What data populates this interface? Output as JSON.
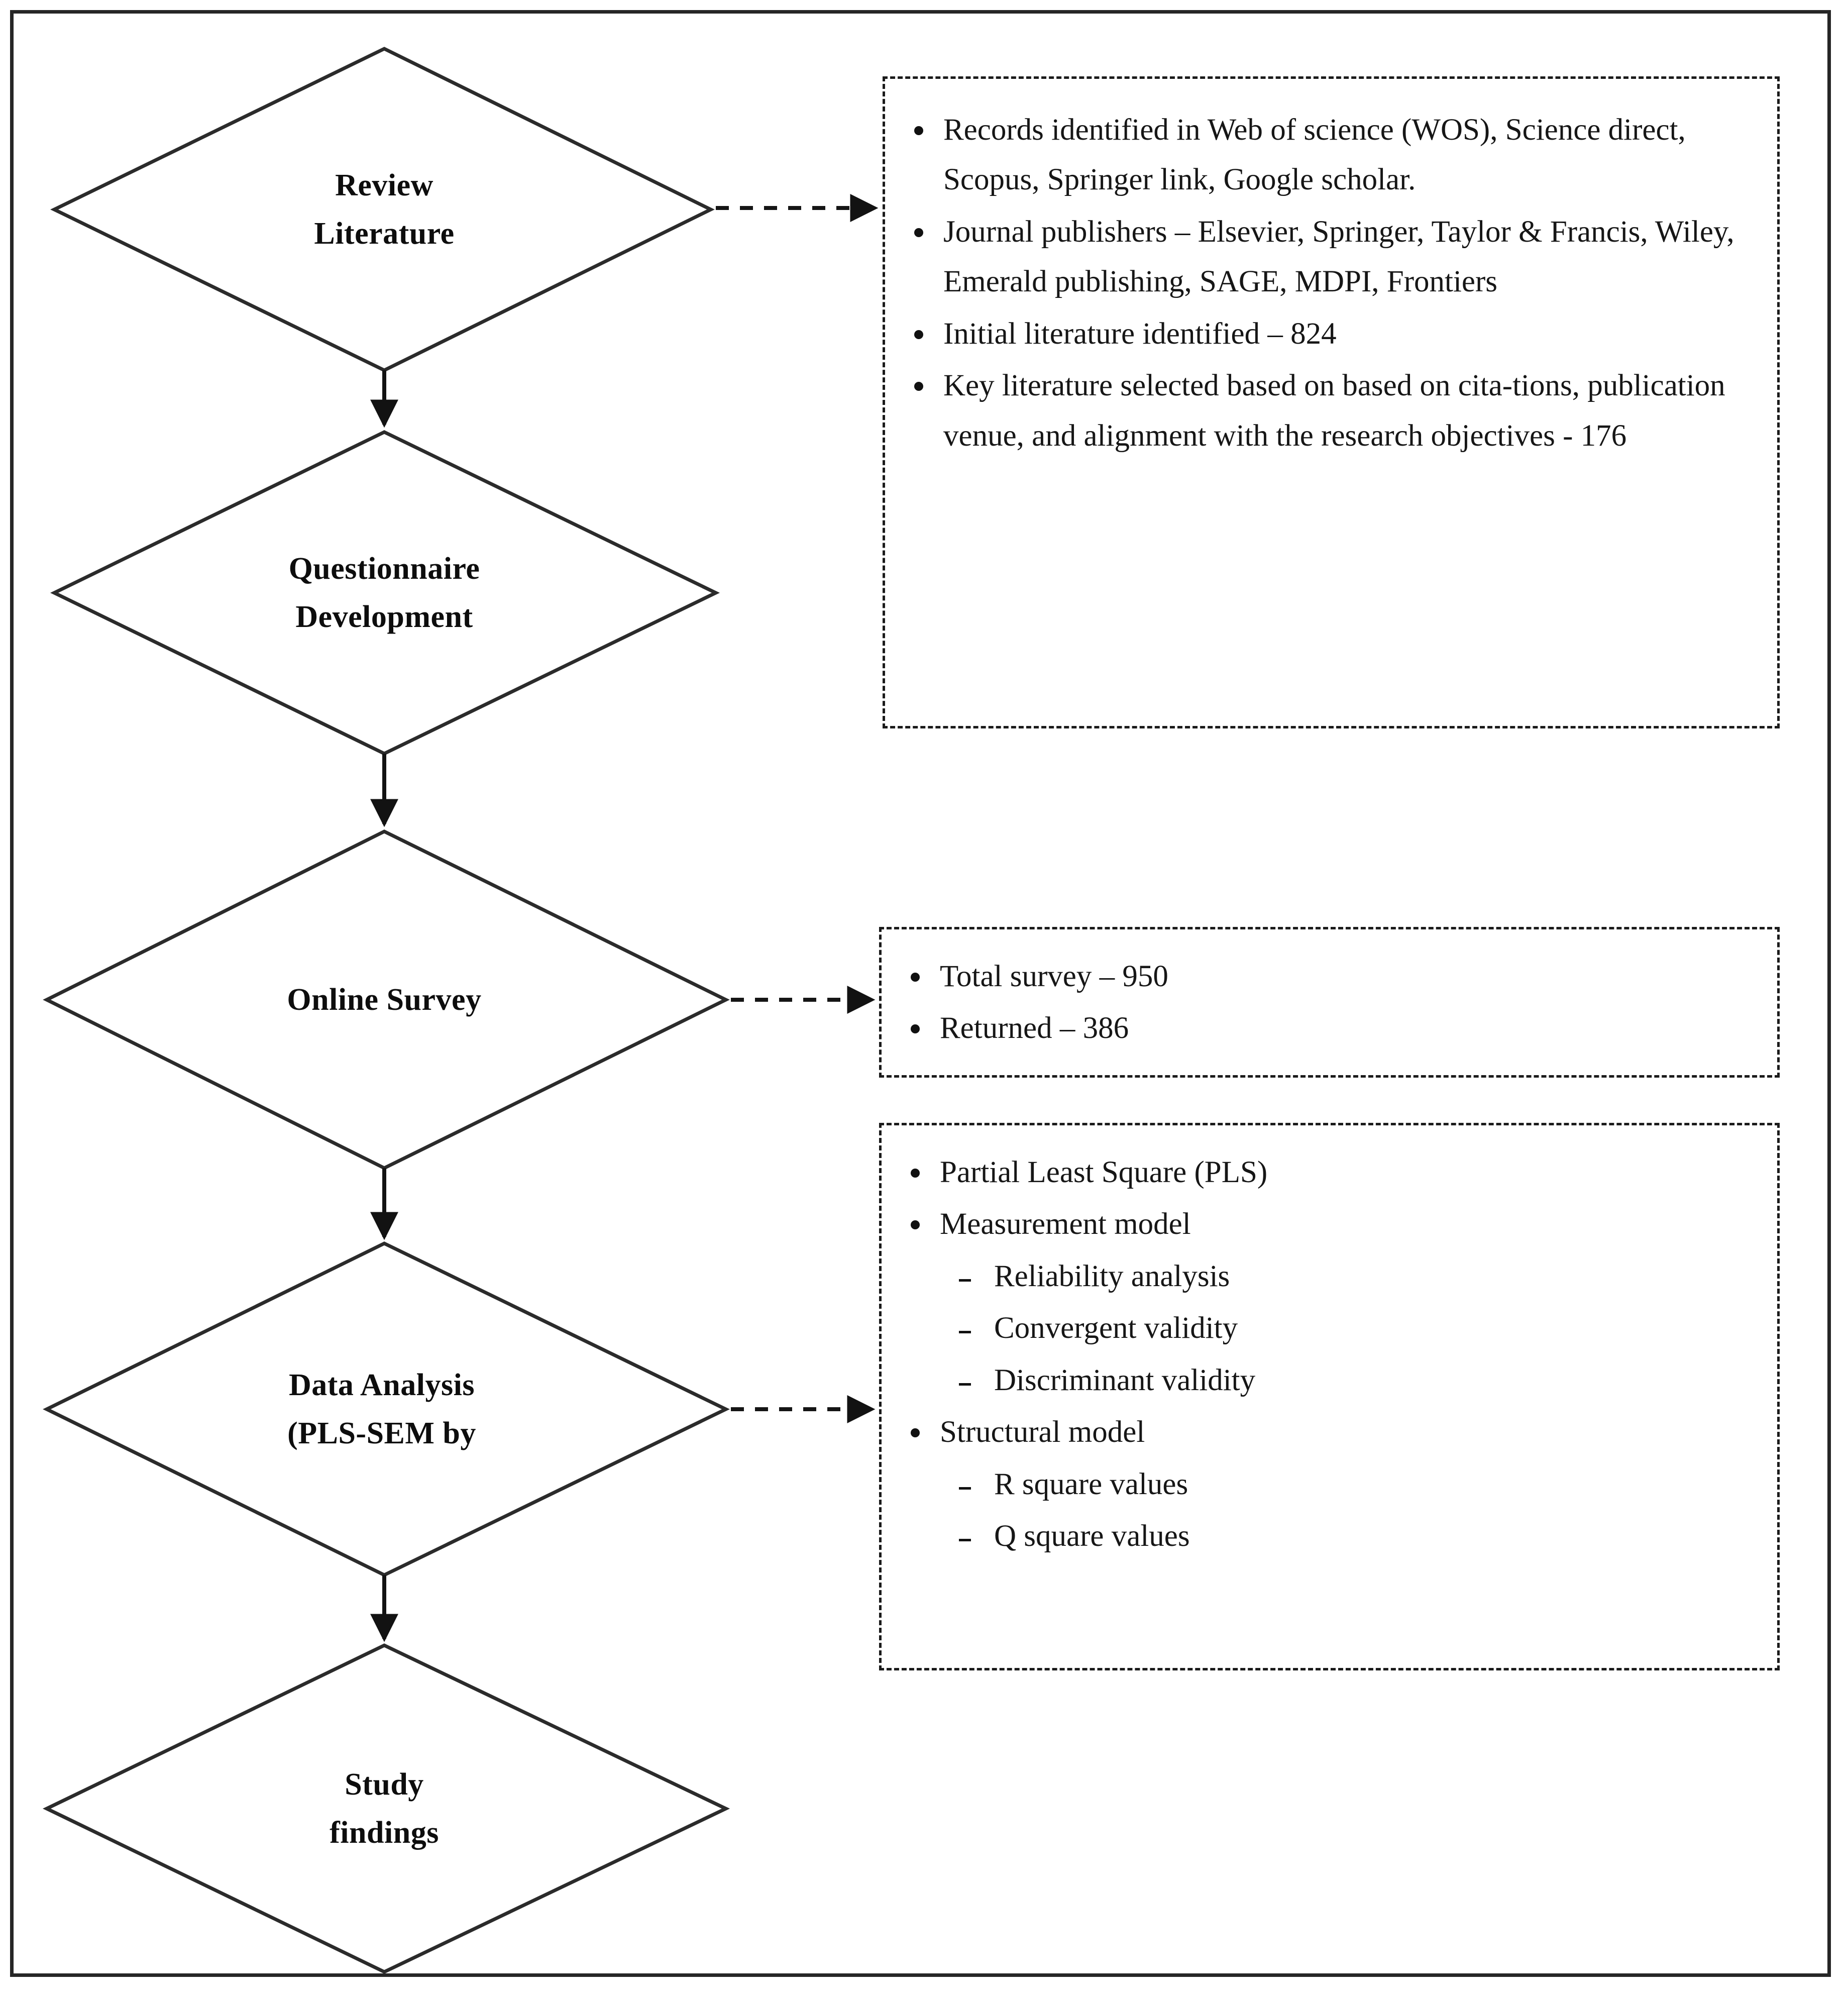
{
  "figure": {
    "type": "research-methodology-flowchart",
    "border_color": "#262626",
    "background": "#ffffff",
    "text_color": "#161616"
  },
  "nodes": [
    {
      "id": "review-literature",
      "label": "Review\nLiterature"
    },
    {
      "id": "questionnaire-development",
      "label": "Questionnaire\nDevelopment"
    },
    {
      "id": "online-survey",
      "label": "Online Survey"
    },
    {
      "id": "data-analysis",
      "label": "Data Analysis\n(PLS-SEM by"
    },
    {
      "id": "study-findings",
      "label": "Study\nfindings"
    }
  ],
  "boxes": [
    {
      "id": "literature-details",
      "source_node": "review-literature",
      "items": [
        {
          "level": 1,
          "text": "Records identified in Web of science (WOS), Science direct, Scopus, Springer link, Google scholar."
        },
        {
          "level": 1,
          "text": "Journal publishers – Elsevier, Springer, Taylor & Francis, Wiley, Emerald publishing, SAGE, MDPI, Frontiers"
        },
        {
          "level": 1,
          "text": " Initial literature identified – 824"
        },
        {
          "level": 1,
          "text": "Key literature selected based on based on cita-tions, publication venue, and alignment with the research objectives - 176"
        }
      ]
    },
    {
      "id": "survey-details",
      "source_node": "online-survey",
      "items": [
        {
          "level": 1,
          "text": "Total survey – 950"
        },
        {
          "level": 1,
          "text": "Returned – 386"
        }
      ]
    },
    {
      "id": "analysis-details",
      "source_node": "data-analysis",
      "items": [
        {
          "level": 1,
          "text": "Partial Least Square (PLS)"
        },
        {
          "level": 1,
          "text": "Measurement model"
        },
        {
          "level": 2,
          "text": "Reliability analysis"
        },
        {
          "level": 2,
          "text": "Convergent validity"
        },
        {
          "level": 2,
          "text": "Discriminant validity"
        },
        {
          "level": 1,
          "text": "Structural model"
        },
        {
          "level": 2,
          "text": "R square values"
        },
        {
          "level": 2,
          "text": "Q square values"
        }
      ]
    }
  ],
  "connectors": [
    {
      "id": "review-to-questionnaire",
      "style": "solid",
      "direction": "down",
      "from": "review-literature",
      "to": "questionnaire-development"
    },
    {
      "id": "questionnaire-to-survey",
      "style": "solid",
      "direction": "down",
      "from": "questionnaire-development",
      "to": "online-survey"
    },
    {
      "id": "survey-to-analysis",
      "style": "solid",
      "direction": "down",
      "from": "online-survey",
      "to": "data-analysis"
    },
    {
      "id": "analysis-to-findings",
      "style": "solid",
      "direction": "down",
      "from": "data-analysis",
      "to": "study-findings"
    },
    {
      "id": "review-to-literature-box",
      "style": "dashed",
      "direction": "right",
      "from": "review-literature",
      "to": "literature-details"
    },
    {
      "id": "survey-to-survey-box",
      "style": "dashed",
      "direction": "right",
      "from": "online-survey",
      "to": "survey-details"
    },
    {
      "id": "analysis-to-analysis-box",
      "style": "dashed",
      "direction": "right",
      "from": "data-analysis",
      "to": "analysis-details"
    }
  ]
}
